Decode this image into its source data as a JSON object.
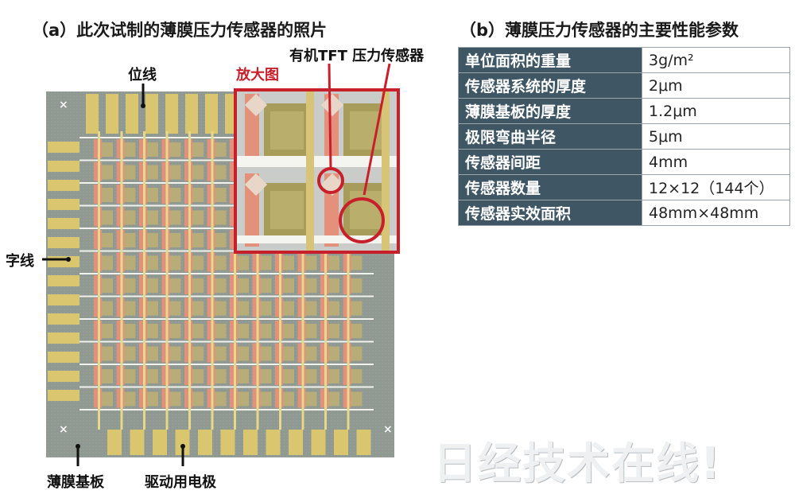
{
  "figure_a": {
    "title": "（a）此次试制的薄膜压力传感器的照片",
    "labels": {
      "bit_line": "位线",
      "zoom": "放大图",
      "organic_tft": "有机TFT 压力传感器",
      "word_line": "字线",
      "film_substrate": "薄膜基板",
      "drive_electrode": "驱动用电极"
    },
    "colors": {
      "zoom_frame": "#c8202a",
      "substrate": "#8d9690",
      "gold": "#d9c66e",
      "copper": "#e3917a"
    }
  },
  "figure_b": {
    "title": "（b）薄膜压力传感器的主要性能参数",
    "rows": [
      {
        "key": "单位面积的重量",
        "value": "3g/m²"
      },
      {
        "key": "传感器系统的厚度",
        "value": "2μm"
      },
      {
        "key": "薄膜基板的厚度",
        "value": "1.2μm"
      },
      {
        "key": "极限弯曲半径",
        "value": "5μm"
      },
      {
        "key": "传感器间距",
        "value": "4mm"
      },
      {
        "key": "传感器数量",
        "value": "12×12（144个）"
      },
      {
        "key": "传感器实效面积",
        "value": "48mm×48mm"
      }
    ],
    "colors": {
      "header_cell": "#3f5765",
      "border": "#9aa4ab"
    }
  },
  "watermark": "日经技术在线!"
}
